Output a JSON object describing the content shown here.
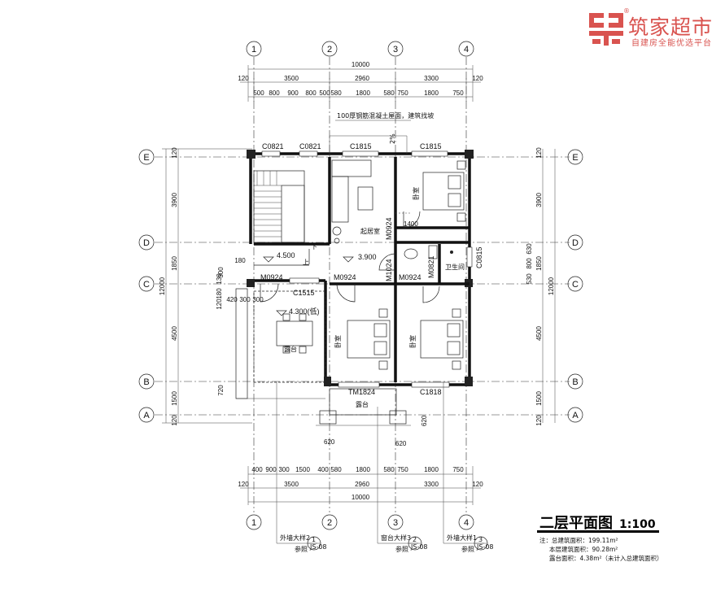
{
  "brand": {
    "name": "筑家超市",
    "tagline": "自建房全能优选平台",
    "registered": "®",
    "color": "#d9534f"
  },
  "title": {
    "text": "二层平面图",
    "scale": "1:100"
  },
  "notes": [
    "注：总建筑面积：199.11m²",
    "本层建筑面积：90.28m²",
    "露台面积：4.38m²（未计入总建筑面积）"
  ],
  "axes": {
    "vertical": [
      "1",
      "2",
      "3",
      "4"
    ],
    "horizontal": [
      "E",
      "D",
      "C",
      "B",
      "A"
    ]
  },
  "dims": {
    "top_total": "10000",
    "top_mid": [
      "120",
      "3500",
      "2960",
      "3300",
      "120"
    ],
    "top_detail": [
      "500",
      "800",
      "900",
      "800",
      "500",
      "580",
      "1800",
      "580",
      "750",
      "1800",
      "750"
    ],
    "bottom_total": "10000",
    "bottom_mid": [
      "120",
      "3500",
      "2960",
      "3300",
      "120"
    ],
    "bottom_detail": [
      "400",
      "900",
      "300",
      "1500",
      "400",
      "580",
      "1800",
      "580",
      "750",
      "1800",
      "750"
    ],
    "left_total": "12000",
    "left_main": [
      "120",
      "3900",
      "1850",
      "4500",
      "1500",
      "120"
    ],
    "left_inner": [
      "180",
      "130",
      "300",
      "180",
      "120",
      "420",
      "300",
      "300",
      "720"
    ],
    "right_total": "12000",
    "right_main": [
      "120",
      "3900",
      "1850",
      "4500",
      "1500",
      "120"
    ],
    "right_inner": [
      "630",
      "800",
      "530"
    ],
    "misc": [
      "620",
      "620",
      "1400"
    ]
  },
  "windows": [
    "C0821",
    "C0821",
    "C1815",
    "C1815",
    "C1515",
    "C0815",
    "C1818",
    "TM1824"
  ],
  "doors": [
    "M0924",
    "M0924",
    "M1024",
    "M0924",
    "M0924",
    "M0821"
  ],
  "rooms": [
    "卧室",
    "卧室",
    "卧室",
    "起居室",
    "卫生间",
    "露台",
    "露台"
  ],
  "levels": [
    "4.500",
    "3.900",
    "4.300(低)"
  ],
  "stair_marks": [
    "下",
    "上"
  ],
  "annotations": {
    "top_note": "100厚钢筋混凝土屋面，建筑找坡",
    "slope": "2%"
  },
  "detail_refs": [
    {
      "text": "外墙大样2",
      "num": "1",
      "ref": "JS-08",
      "sub": "参照"
    },
    {
      "text": "窗台大样3",
      "num": "2",
      "ref": "JS-08",
      "sub": "参照"
    },
    {
      "text": "外墙大样1",
      "num": "3",
      "ref": "JS-08",
      "sub": "参照"
    }
  ]
}
